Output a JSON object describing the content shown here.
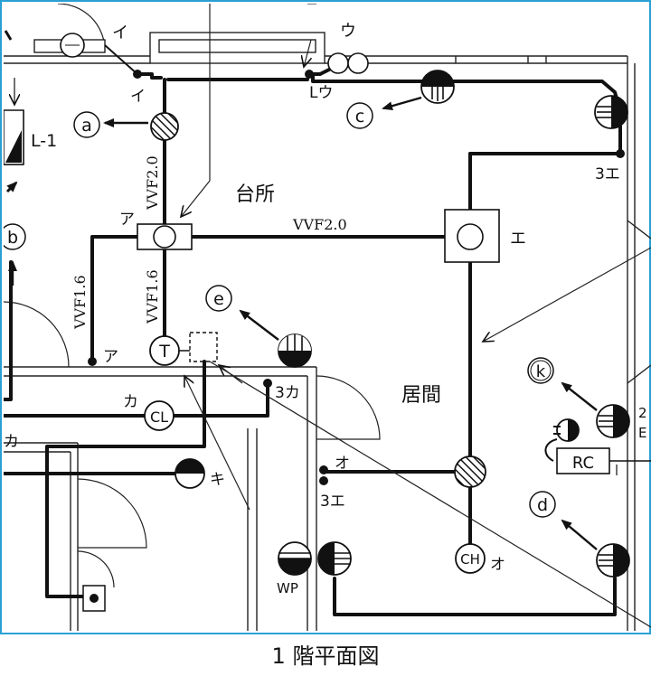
{
  "caption": "1 階平面図",
  "rooms": {
    "kitchen": "台所",
    "living": "居間"
  },
  "cables": {
    "vvf20_vertical": "VVF2.0",
    "vvf20_horizontal": "VVF2.0",
    "vvf16_left": "VVF1.6",
    "vvf16_center": "VVF1.6"
  },
  "fixtures": {
    "L1": "L-1",
    "T": "T",
    "CL": "CL",
    "CH": "CH",
    "WP": "WP",
    "RC": "RC"
  },
  "circles": {
    "a": "a",
    "b": "b",
    "c": "c",
    "d": "d",
    "e": "e",
    "k": "k"
  },
  "labels": {
    "i_top": "イ",
    "i_switch": "イ",
    "u_top": "ウ",
    "lu": "Lウ",
    "a_box": "ア",
    "a_switch": "ア",
    "e_box": "エ",
    "sanE_top": "3エ",
    "ka_cl": "カ",
    "sanKa": "3カ",
    "ka_left": "カ",
    "ki": "キ",
    "o_switch": "オ",
    "sanE_bottom": "3エ",
    "o_ch": "オ",
    "edge_2": "2",
    "edge_e": "E"
  }
}
